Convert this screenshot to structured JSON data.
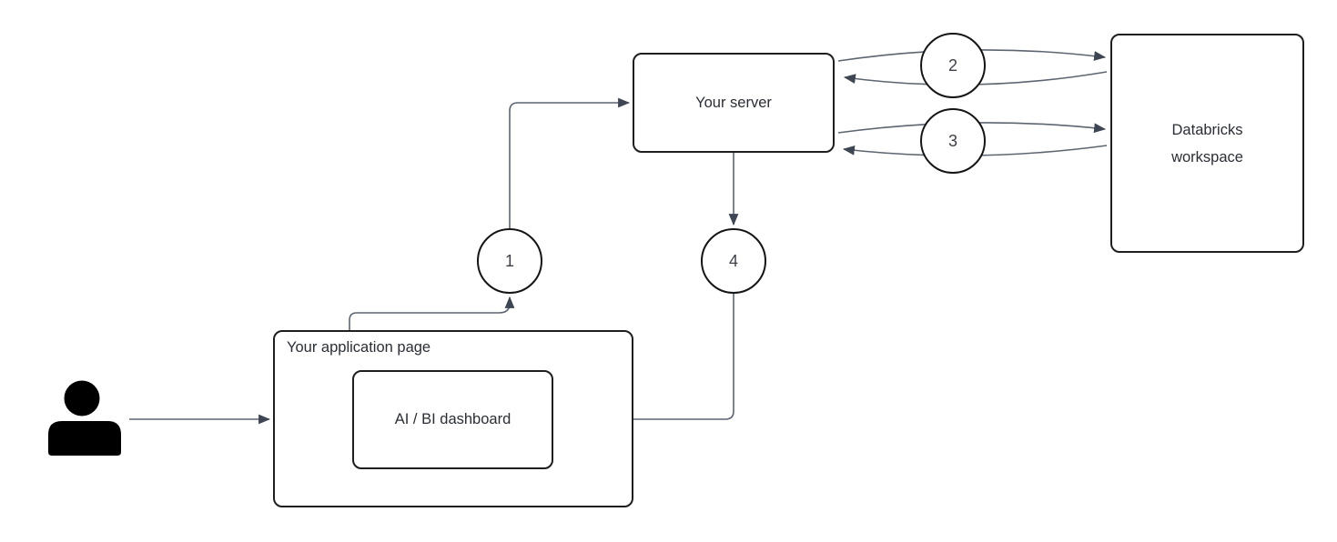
{
  "diagram": {
    "colors": {
      "background": "#ffffff",
      "box_border": "#1e1e1e",
      "connector_line": "#5d6570",
      "arrowhead": "#3e4553",
      "text": "#2a2e35",
      "step_number": "#3d4147",
      "user_icon": "#000000"
    },
    "icons": {
      "user": "person-icon"
    },
    "nodes": {
      "app_page": {
        "label": "Your application page"
      },
      "dashboard": {
        "label": "AI / BI dashboard"
      },
      "server": {
        "label": "Your server"
      },
      "databricks": {
        "label": "Databricks workspace"
      }
    },
    "steps": [
      "1",
      "2",
      "3",
      "4"
    ]
  }
}
